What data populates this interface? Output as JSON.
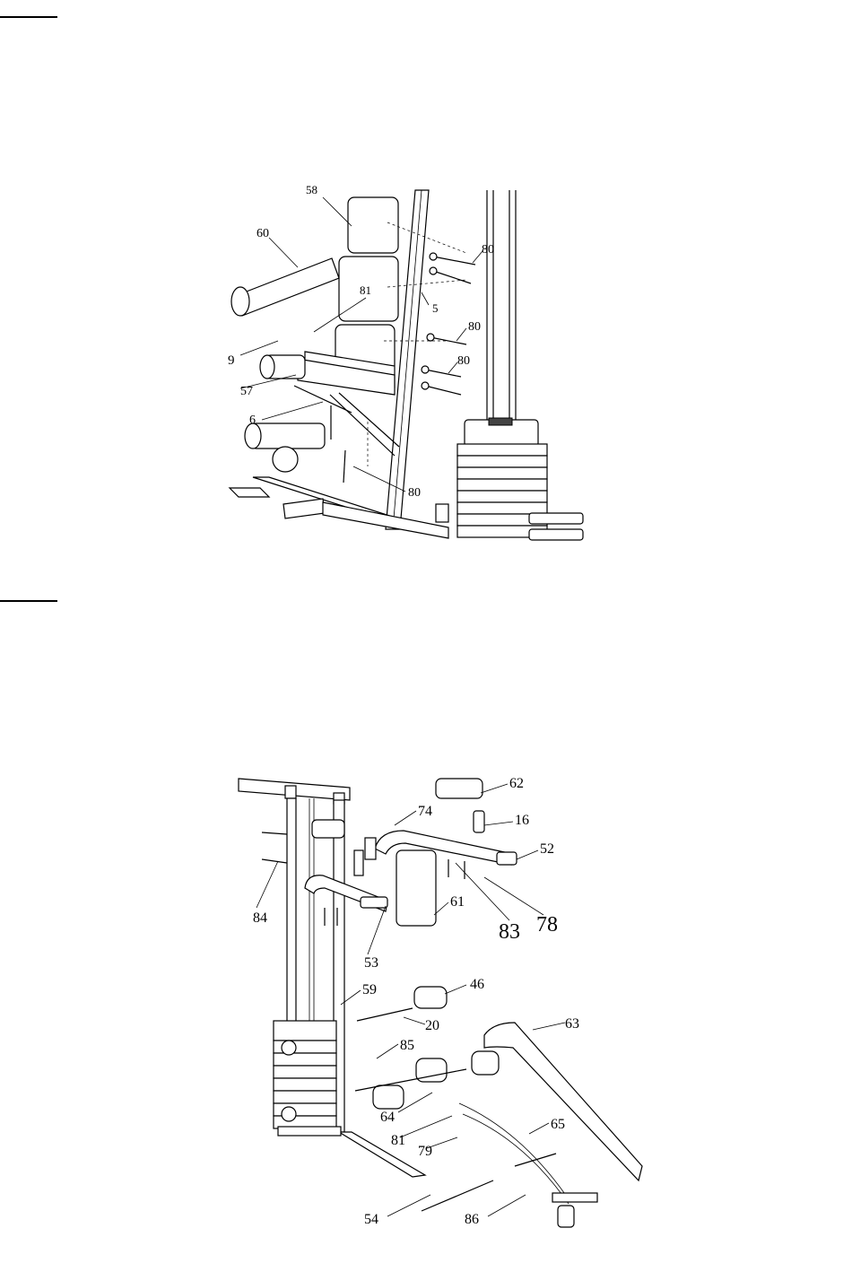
{
  "page": {
    "figure_1": {
      "name": "assembly-step-upper",
      "labels": [
        "58",
        "60",
        "81",
        "5",
        "9",
        "57",
        "6",
        "80",
        "80",
        "80",
        "80"
      ]
    },
    "figure_2": {
      "name": "assembly-step-lower",
      "labels": [
        "62",
        "74",
        "16",
        "52",
        "84",
        "61",
        "83",
        "78",
        "53",
        "59",
        "46",
        "20",
        "63",
        "85",
        "64",
        "81",
        "79",
        "65",
        "54",
        "86"
      ]
    }
  }
}
